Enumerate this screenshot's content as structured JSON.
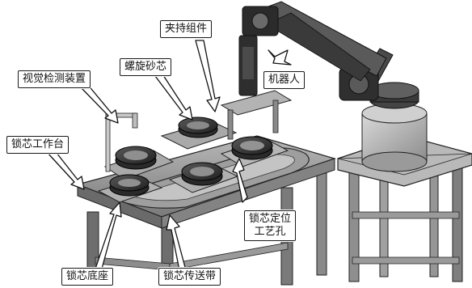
{
  "labels": {
    "clamp_assembly": "夹持组件",
    "vision_device": "视觉检测装置",
    "spiral_core": "螺旋砂芯",
    "robot": "机器人",
    "core_table": "锁芯工作台",
    "core_locating_hole_line1": "锁芯定位",
    "core_locating_hole_line2": "工艺孔",
    "core_base": "锁芯底座",
    "core_conveyor": "锁芯传送带"
  }
}
